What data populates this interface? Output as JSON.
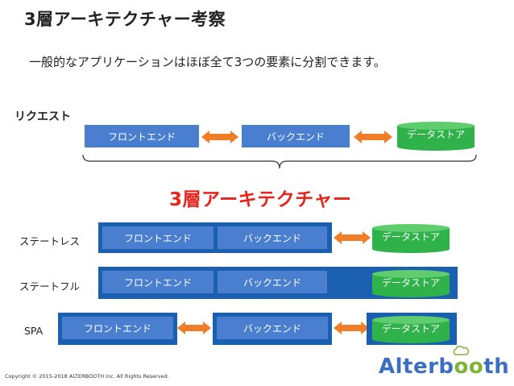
{
  "title": "3層アーキテクチャー考察",
  "subtitle": "一般的なアプリケーションはほぼ全て3つの要素に分割できます。",
  "request_label": "リクエスト",
  "top_row": {
    "frontend": "フロントエンド",
    "backend": "バックエンド",
    "datastore": "データストア"
  },
  "big_label": "3層アーキテクチャー",
  "rows": [
    {
      "label": "ステートレス",
      "frontend": "フロントエンド",
      "backend": "バックエンド",
      "datastore": "データストア"
    },
    {
      "label": "ステートフル",
      "frontend": "フロントエンド",
      "backend": "バックエンド",
      "datastore": "データストア"
    },
    {
      "label": "SPA",
      "frontend": "フロントエンド",
      "backend": "バックエンド",
      "datastore": "データストア"
    }
  ],
  "copyright": "Copyright © 2015-2018 ALTERBOOTH inc. All Rights Reserved.",
  "logo": {
    "prefix": "Alterb",
    "middle": "oo",
    "suffix": "th"
  },
  "colors": {
    "box": "#4a7fd0",
    "wrap": "#1a5fb0",
    "arrow": "#f07d28",
    "cylinder": "#2fb24a",
    "accent": "#e8231a"
  }
}
